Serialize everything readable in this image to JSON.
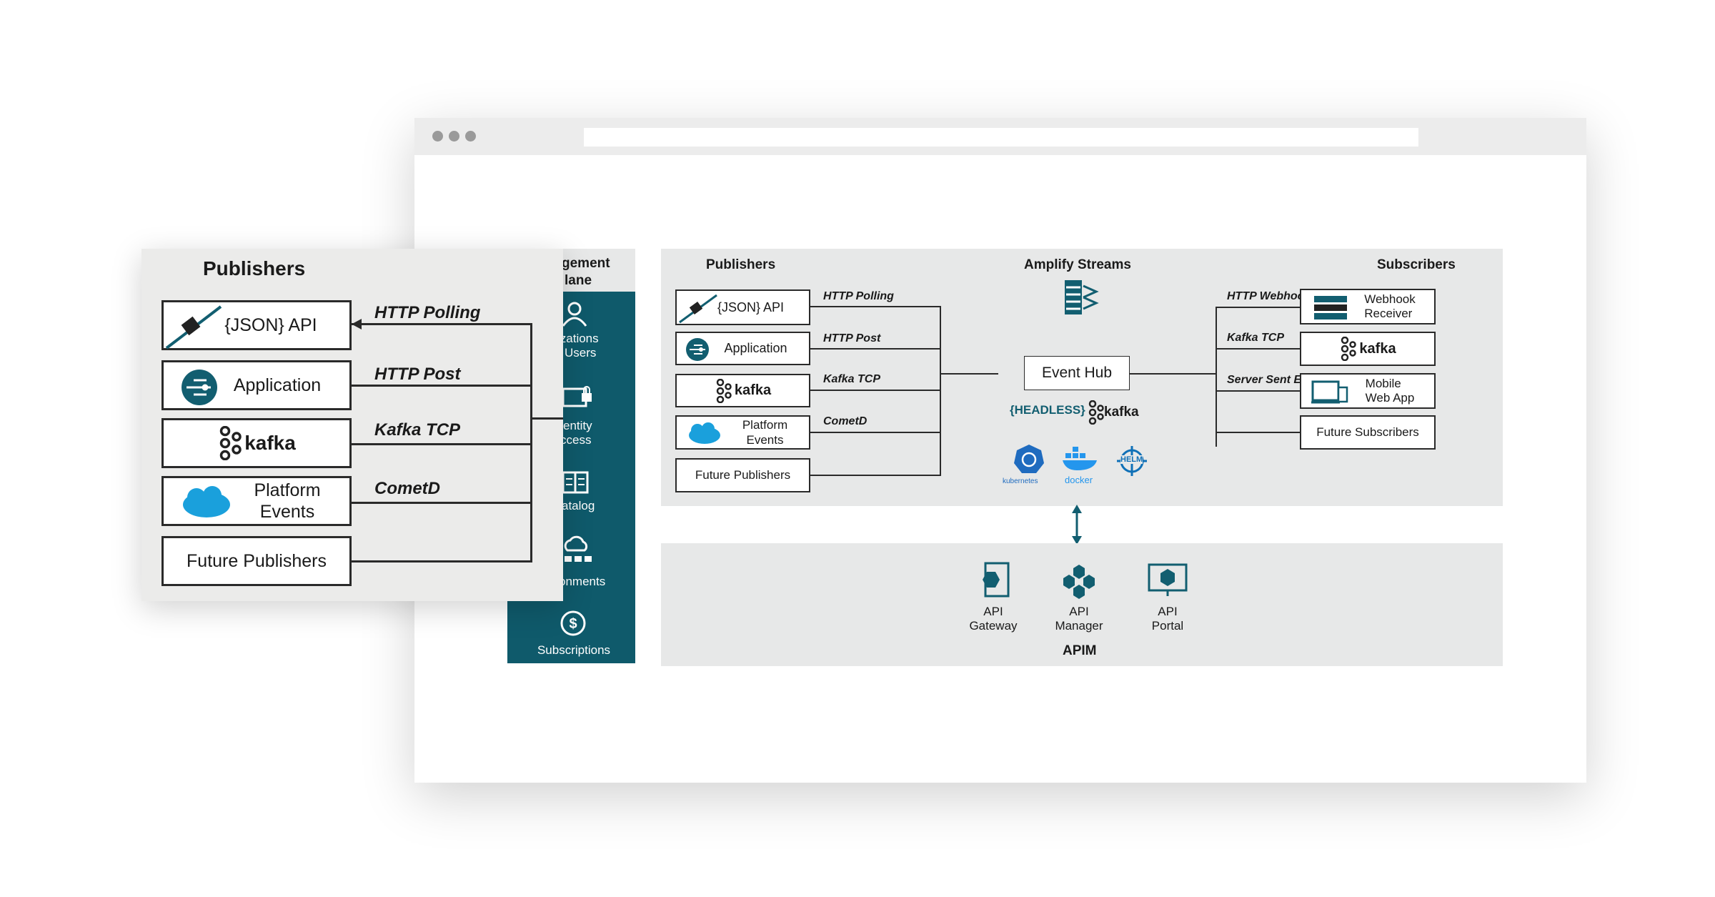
{
  "browser": {
    "dots": 3
  },
  "management_plane": {
    "title_lines": [
      "gement",
      "lane"
    ],
    "items": [
      "izations",
      "Users",
      "entity",
      "ccess",
      "atalog",
      "onments",
      "Subscriptions"
    ]
  },
  "zoom_panel": {
    "title": "Publishers",
    "publishers": [
      "{JSON} API",
      "Application",
      "kafka",
      "Platform",
      "Events",
      "Future Publishers"
    ],
    "protocols": [
      "HTTP Polling",
      "HTTP Post",
      "Kafka TCP",
      "CometD"
    ]
  },
  "streams_panel": {
    "publishers_title": "Publishers",
    "center_title": "Amplify Streams",
    "subscribers_title": "Subscribers",
    "publishers": [
      "{JSON} API",
      "Application",
      "kafka",
      "Platform",
      "Events",
      "Future Publishers"
    ],
    "pub_protocols": [
      "HTTP Polling",
      "HTTP Post",
      "Kafka TCP",
      "CometD"
    ],
    "event_hub": "Event Hub",
    "headless": "{HEADLESS}",
    "kafka": "kafka",
    "tech_logos": [
      "kubernetes",
      "docker",
      "HELM"
    ],
    "sub_protocols": [
      "HTTP Webhook",
      "Kafka TCP",
      "Server Sent Events"
    ],
    "subscribers": [
      "Webhook",
      "Receiver",
      "kafka",
      "Mobile",
      "Web App",
      "Future Subscribers"
    ]
  },
  "apim_panel": {
    "title": "APIM",
    "items": [
      {
        "line1": "API",
        "line2": "Gateway"
      },
      {
        "line1": "API",
        "line2": "Manager"
      },
      {
        "line1": "API",
        "line2": "Portal"
      }
    ]
  },
  "colors": {
    "teal": "#0f5a6b",
    "panel": "#e7e8e8",
    "salesforce": "#1aa0dc"
  }
}
